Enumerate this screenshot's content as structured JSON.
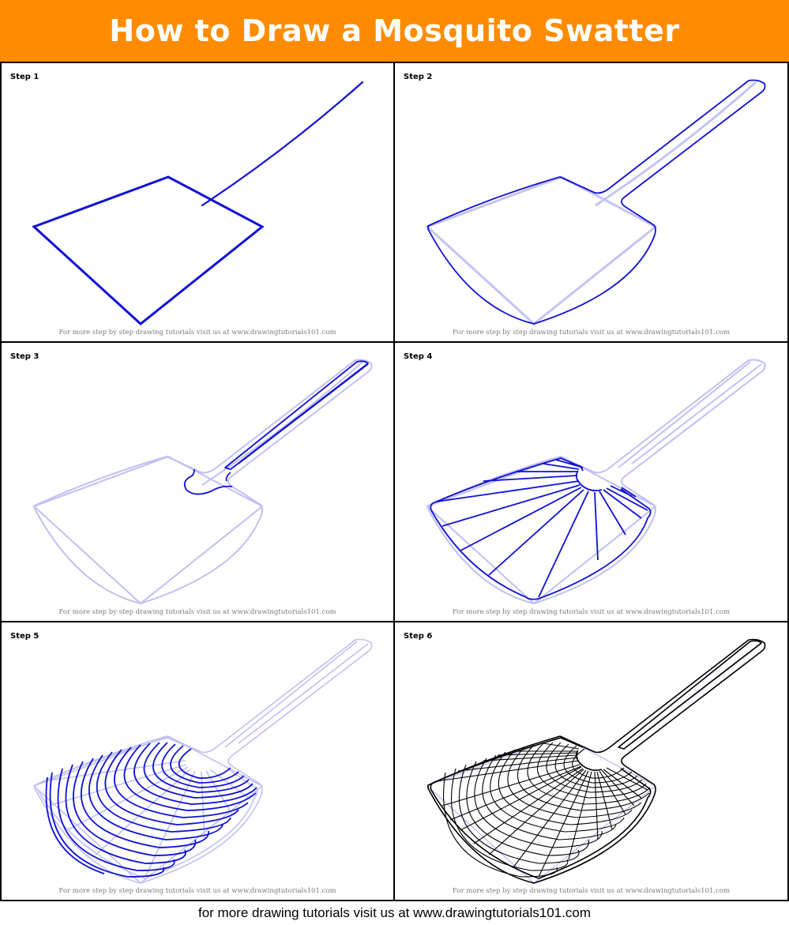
{
  "header": {
    "title": "How to Draw a Mosquito Swatter",
    "background_color": "#ff8c00",
    "text_color": "#ffffff"
  },
  "steps": [
    {
      "label": "Step 1",
      "credit": "For more step by step drawing tutorials visit us at www.drawingtutorials101.com"
    },
    {
      "label": "Step 2",
      "credit": "For more step by step drawing tutorials visit us at www.drawingtutorials101.com"
    },
    {
      "label": "Step 3",
      "credit": "For more step by step drawing tutorials visit us at www.drawingtutorials101.com"
    },
    {
      "label": "Step 4",
      "credit": "For more step by step drawing tutorials visit us at www.drawingtutorials101.com"
    },
    {
      "label": "Step 5",
      "credit": "For more step by step drawing tutorials visit us at www.drawingtutorials101.com"
    },
    {
      "label": "Step 6",
      "credit": "For more step by step drawing tutorials visit us at www.drawingtutorials101.com"
    }
  ],
  "colors": {
    "active_stroke": "#1010d8",
    "guide_stroke": "#b8b8f0",
    "final_stroke": "#000000"
  },
  "footer": {
    "text": "for more drawing tutorials visit us at www.drawingtutorials101.com"
  }
}
